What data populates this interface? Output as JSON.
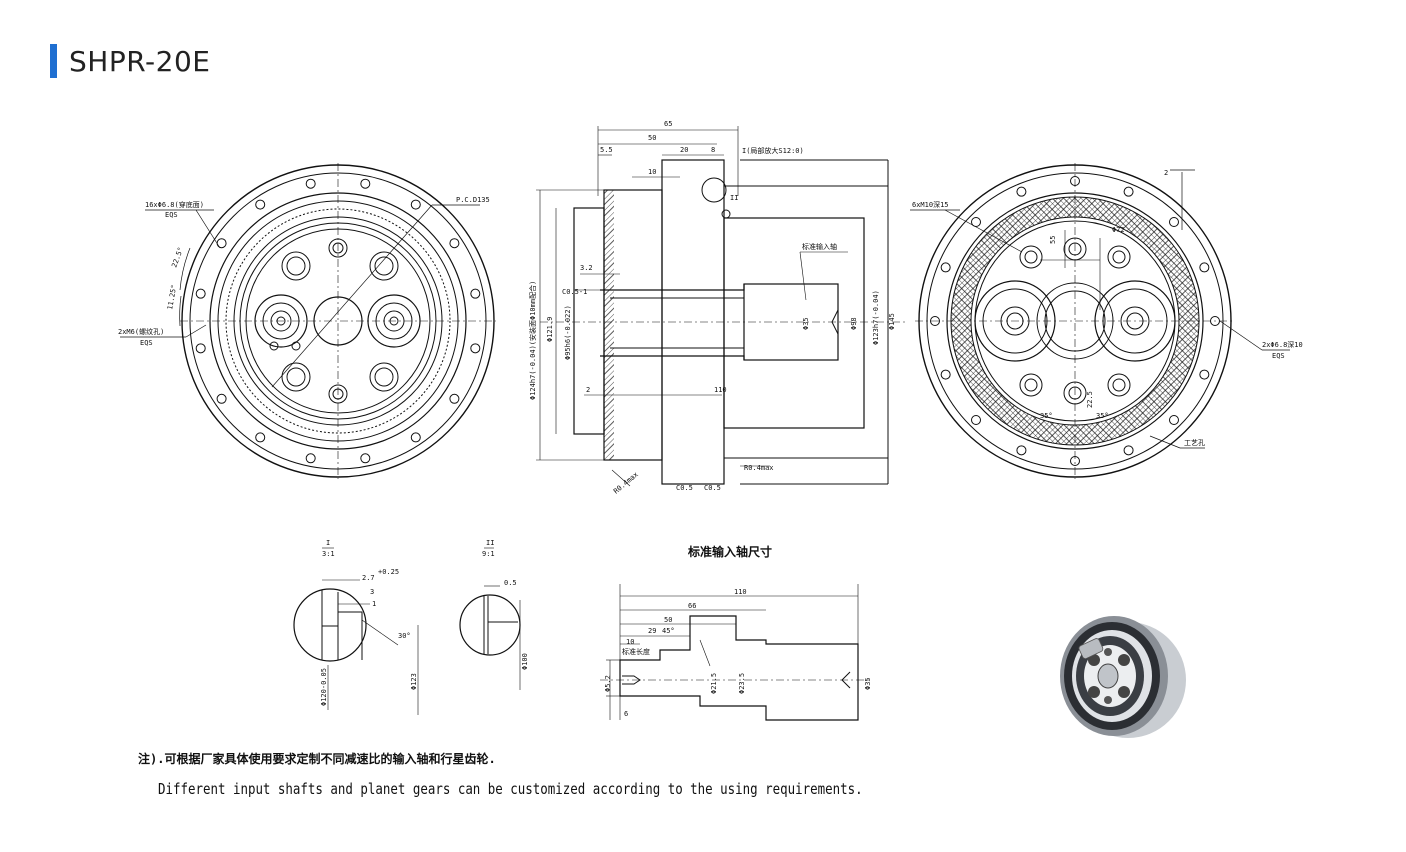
{
  "header": {
    "title": "SHPR-20E",
    "accent_color": "#1f6fd1"
  },
  "views": {
    "front": {
      "labels": {
        "holes_top": "16xΦ6.8(穿底面)",
        "eqs_top": "EQS",
        "pcd": "P.C.D135",
        "angle_22_5": "22.5°",
        "angle_11_25": "11.25°",
        "holes_bottom": "2xM6(螺纹孔)",
        "eqs_bottom": "EQS"
      }
    },
    "side": {
      "labels": {
        "d65": "65",
        "d50": "50",
        "d5_5": "5.5",
        "d20": "20",
        "d8": "8",
        "d10": "10",
        "detail_I": "I(局部放大S12:0)",
        "detail_II": "II",
        "d3_2": "3.2",
        "c05_1": "C0.5-1",
        "d2": "2",
        "d110": "110",
        "input_shaft": "标准输入轴",
        "dia124": "Φ124h7(-0.04)(安装面Φ10mm配合)",
        "dia121": "Φ121.9",
        "dia95": "Φ95h6(-0.022)",
        "dia35": "Φ35",
        "dia98": "Φ98",
        "dia123": "Φ123h7(-0.04)",
        "dia145": "Φ145",
        "r04max_a": "R0.4max",
        "r04max_b": "R0.4max",
        "c05_a": "C0.5",
        "c05_b": "C0.5"
      }
    },
    "rear": {
      "labels": {
        "m10": "6xM10深15",
        "d2": "2",
        "d55": "55",
        "dia72": "Φ72",
        "holes": "2xΦ6.8深10",
        "eqs": "EQS",
        "ang35a": "35°",
        "ang35b": "35°",
        "ang22_5": "22.5",
        "process_hole": "工艺孔"
      }
    },
    "detail_I": {
      "labels": {
        "ratio": "I",
        "scale": "3:1",
        "d27": "2.7",
        "tol": "+0.25",
        "d3": "3",
        "d1": "1",
        "ang30": "30°",
        "dia120": "Φ120-0.05",
        "dia123": "Φ123"
      }
    },
    "detail_II": {
      "labels": {
        "ratio": "II",
        "scale": "9:1",
        "d05": "0.5",
        "dia100": "Φ100"
      }
    },
    "shaft": {
      "title": "标准输入轴尺寸",
      "labels": {
        "d110": "110",
        "d66": "66",
        "d50": "50",
        "d29": "29",
        "ang45": "45°",
        "d10": "10",
        "std": "标准长度",
        "d52": "Φ5.2",
        "d6": "6",
        "dia215": "Φ21.5",
        "dia235": "Φ23.5",
        "dia35": "Φ35"
      }
    }
  },
  "notes": {
    "cn": "注).可根据厂家具体使用要求定制不同减速比的输入轴和行星齿轮.",
    "en": "Different input shafts and planet gears can be customized according to the using requirements."
  }
}
